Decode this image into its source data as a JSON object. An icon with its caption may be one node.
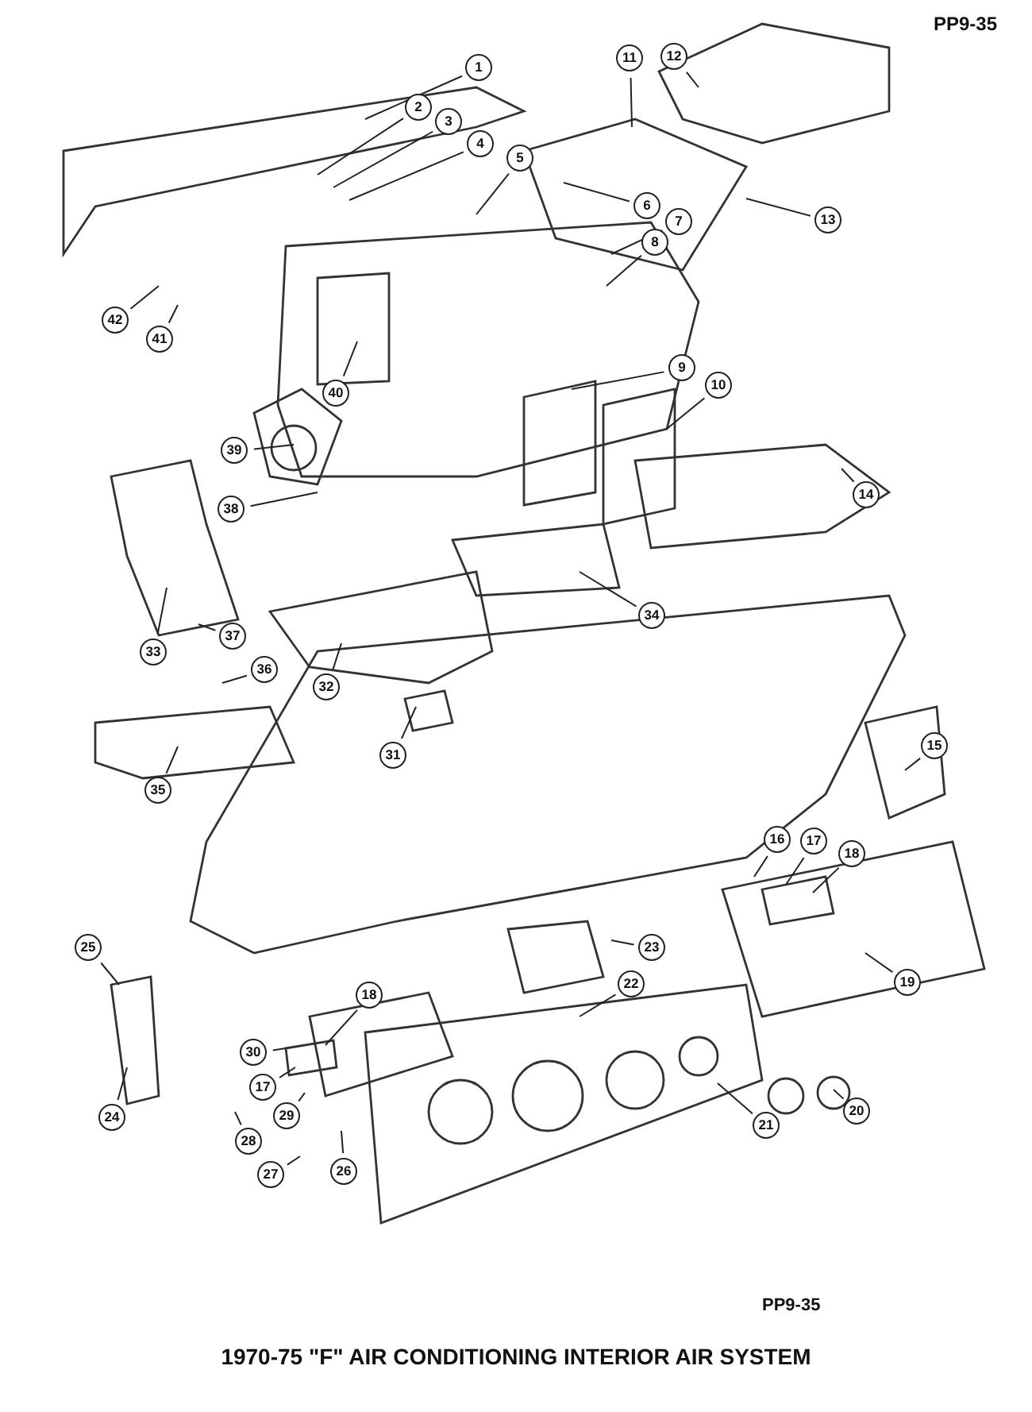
{
  "diagram": {
    "title": "1970-75 \"F\" AIR CONDITIONING INTERIOR AIR SYSTEM",
    "nodes": [
      {
        "text": [
          "1"
        ]
      },
      {
        "text": [
          "11"
        ]
      },
      {
        "text": [
          "12"
        ]
      },
      {
        "text": [
          "2"
        ]
      },
      {
        "text": [
          "3"
        ]
      },
      {
        "text": [
          "4"
        ]
      },
      {
        "text": [
          "5"
        ]
      },
      {
        "text": [
          "6"
        ]
      },
      {
        "text": [
          "7"
        ]
      },
      {
        "text": [
          "8"
        ]
      },
      {
        "text": [
          "13"
        ]
      },
      {
        "text": [
          "42"
        ]
      },
      {
        "text": [
          "41"
        ]
      },
      {
        "text": [
          "40"
        ]
      },
      {
        "text": [
          "9"
        ]
      },
      {
        "text": [
          "10"
        ]
      },
      {
        "text": [
          "39"
        ]
      },
      {
        "text": [
          "14"
        ]
      },
      {
        "text": [
          "38"
        ]
      },
      {
        "text": [
          "34"
        ]
      },
      {
        "text": [
          "33"
        ]
      },
      {
        "text": [
          "37"
        ]
      },
      {
        "text": [
          "36"
        ]
      },
      {
        "text": [
          "32"
        ]
      },
      {
        "text": [
          "31"
        ]
      },
      {
        "text": [
          "35"
        ]
      },
      {
        "text": [
          "15"
        ]
      },
      {
        "text": [
          "16"
        ]
      },
      {
        "text": [
          "17"
        ]
      },
      {
        "text": [
          "18"
        ]
      },
      {
        "text": [
          "23"
        ]
      },
      {
        "text": [
          "22"
        ]
      },
      {
        "text": [
          "25"
        ]
      },
      {
        "text": [
          "19"
        ]
      },
      {
        "text": [
          "18"
        ]
      },
      {
        "text": [
          "30"
        ]
      },
      {
        "text": [
          "17"
        ]
      },
      {
        "text": [
          "29"
        ]
      },
      {
        "text": [
          "28"
        ]
      },
      {
        "text": [
          "27"
        ]
      },
      {
        "text": [
          "26"
        ]
      },
      {
        "text": [
          "24"
        ]
      },
      {
        "text": [
          "21"
        ]
      },
      {
        "text": [
          "20"
        ]
      }
    ],
    "edges": [
      {
        "from": 0,
        "to": null,
        "arrow": "none"
      },
      {
        "from": 1,
        "to": null,
        "arrow": "none"
      },
      {
        "from": 2,
        "to": null,
        "arrow": "none"
      },
      {
        "from": 3,
        "to": null,
        "arrow": "none"
      },
      {
        "from": 4,
        "to": null,
        "arrow": "none"
      },
      {
        "from": 5,
        "to": null,
        "arrow": "none"
      },
      {
        "from": 6,
        "to": null,
        "arrow": "none"
      },
      {
        "from": 7,
        "to": null,
        "arrow": "none"
      },
      {
        "from": 8,
        "to": null,
        "arrow": "none"
      },
      {
        "from": 9,
        "to": null,
        "arrow": "none"
      },
      {
        "from": 10,
        "to": null,
        "arrow": "none"
      },
      {
        "from": 11,
        "to": null,
        "arrow": "none"
      },
      {
        "from": 12,
        "to": null,
        "arrow": "none"
      },
      {
        "from": 13,
        "to": null,
        "arrow": "none"
      },
      {
        "from": 14,
        "to": null,
        "arrow": "none"
      },
      {
        "from": 15,
        "to": null,
        "arrow": "none"
      },
      {
        "from": 16,
        "to": null,
        "arrow": "none"
      },
      {
        "from": 17,
        "to": null,
        "arrow": "none"
      },
      {
        "from": 18,
        "to": null,
        "arrow": "none"
      },
      {
        "from": 19,
        "to": null,
        "arrow": "none"
      },
      {
        "from": 20,
        "to": null,
        "arrow": "none"
      },
      {
        "from": 21,
        "to": null,
        "arrow": "none"
      },
      {
        "from": 22,
        "to": null,
        "arrow": "none"
      },
      {
        "from": 23,
        "to": null,
        "arrow": "none"
      },
      {
        "from": 24,
        "to": null,
        "arrow": "none"
      },
      {
        "from": 25,
        "to": null,
        "arrow": "none"
      },
      {
        "from": 26,
        "to": null,
        "arrow": "none"
      },
      {
        "from": 27,
        "to": null,
        "arrow": "none"
      },
      {
        "from": 28,
        "to": null,
        "arrow": "none"
      },
      {
        "from": 29,
        "to": null,
        "arrow": "none"
      },
      {
        "from": 30,
        "to": null,
        "arrow": "none"
      },
      {
        "from": 31,
        "to": null,
        "arrow": "none"
      },
      {
        "from": 32,
        "to": null,
        "arrow": "none"
      },
      {
        "from": 33,
        "to": null,
        "arrow": "none"
      },
      {
        "from": 34,
        "to": null,
        "arrow": "none"
      },
      {
        "from": 35,
        "to": null,
        "arrow": "none"
      },
      {
        "from": 36,
        "to": null,
        "arrow": "none"
      },
      {
        "from": 37,
        "to": null,
        "arrow": "none"
      },
      {
        "from": 38,
        "to": null,
        "arrow": "none"
      },
      {
        "from": 39,
        "to": null,
        "arrow": "none"
      },
      {
        "from": 40,
        "to": null,
        "arrow": "none"
      },
      {
        "from": 41,
        "to": null,
        "arrow": "none"
      },
      {
        "from": 42,
        "to": null,
        "arrow": "none"
      },
      {
        "from": 43,
        "to": null,
        "arrow": "none"
      }
    ],
    "labels": [
      "PP9-35",
      "PP9-35"
    ]
  }
}
